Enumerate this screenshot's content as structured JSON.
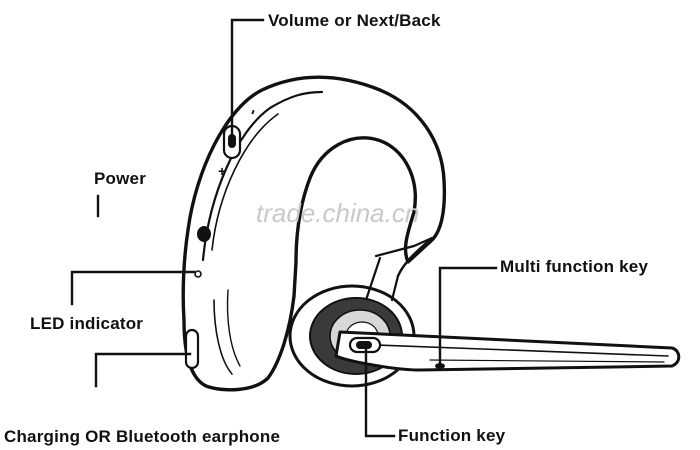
{
  "labels": {
    "volume": "Volume or Next/Back",
    "power": "Power",
    "led": "LED indicator",
    "charging": "Charging OR Bluetooth earphone",
    "multi_function": "Multi function key",
    "function_key": "Function key"
  },
  "button_marks": {
    "minus": "-",
    "plus": "+"
  },
  "watermark": "trade.china.cn",
  "colors": {
    "ink": "#111111",
    "watermark": "#c9c9c9"
  }
}
